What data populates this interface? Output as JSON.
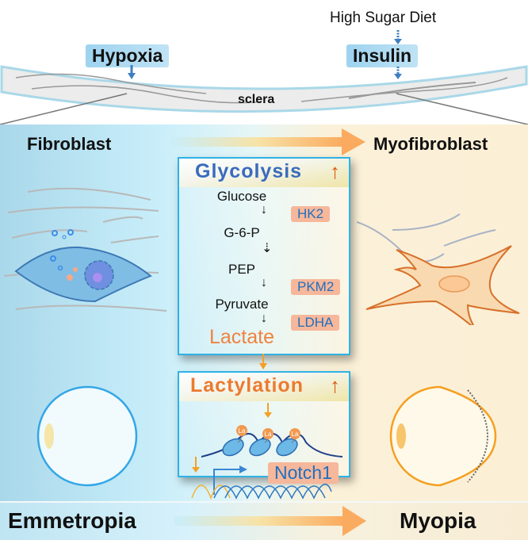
{
  "top": {
    "diet_label": "High Sugar Diet",
    "hypoxia_label": "Hypoxia",
    "insulin_label": "Insulin",
    "sclera_label": "sclera"
  },
  "states": {
    "left_cell": "Fibroblast",
    "right_cell": "Myofibroblast",
    "left_eye": "Emmetropia",
    "right_eye": "Myopia"
  },
  "glycolysis": {
    "title": "Glycolysis",
    "up_arrow": "↑",
    "steps": [
      "Glucose",
      "G-6-P",
      "PEP",
      "Pyruvate",
      "Lactate"
    ],
    "enzymes": [
      "HK2",
      "PKM2",
      "LDHA"
    ]
  },
  "lactylation": {
    "title": "Lactylation",
    "up_arrow": "↑",
    "mark_label": "La",
    "gene": "Notch1"
  },
  "colors": {
    "blue_title": "#3a6bbf",
    "orange": "#e8732a",
    "box_border": "#2fb2e6",
    "enzyme_bg": "#f6b79a",
    "enzyme_text": "#1f6fc0"
  }
}
